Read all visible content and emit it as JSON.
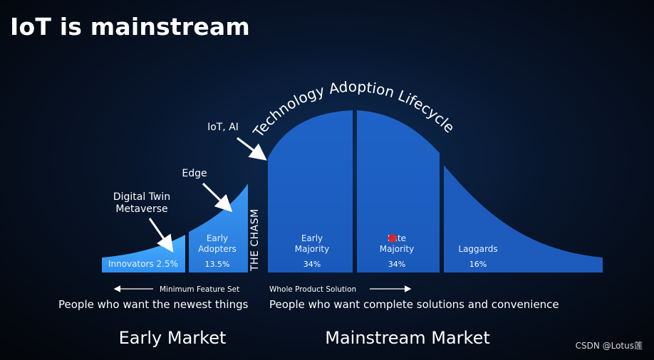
{
  "slide": {
    "title": "IoT is mainstream",
    "curve_title": "Technology Adoption Lifecycle",
    "chasm_label": "THE CHASM",
    "segments": [
      {
        "name": "Innovators 2.5%",
        "pct": ""
      },
      {
        "name": "Early Adopters",
        "pct": "13.5%"
      },
      {
        "name": "Early Majority",
        "pct": "34%"
      },
      {
        "name": "Late Majority",
        "pct": "34%"
      },
      {
        "name": "Laggards",
        "pct": "16%"
      }
    ],
    "annotations": {
      "digital_twin": "Digital Twin",
      "metaverse": "Metaverse",
      "edge": "Edge",
      "iot_ai": "IoT, AI"
    },
    "left_caption": "Minimum Feature Set",
    "right_caption": "Whole Product Solution",
    "left_desc": "People who want the newest things",
    "right_desc": "People who want complete solutions and convenience",
    "early_market": "Early Market",
    "mainstream_market": "Mainstream Market",
    "watermark": "CSDN @Lotus莲"
  },
  "colors": {
    "segment_light": "#3ea6ff",
    "segment_mid": "#2b7fd8",
    "segment_dark": "#1f64c4",
    "segment_darker": "#1a55ad",
    "marker_red": "#e02020"
  }
}
